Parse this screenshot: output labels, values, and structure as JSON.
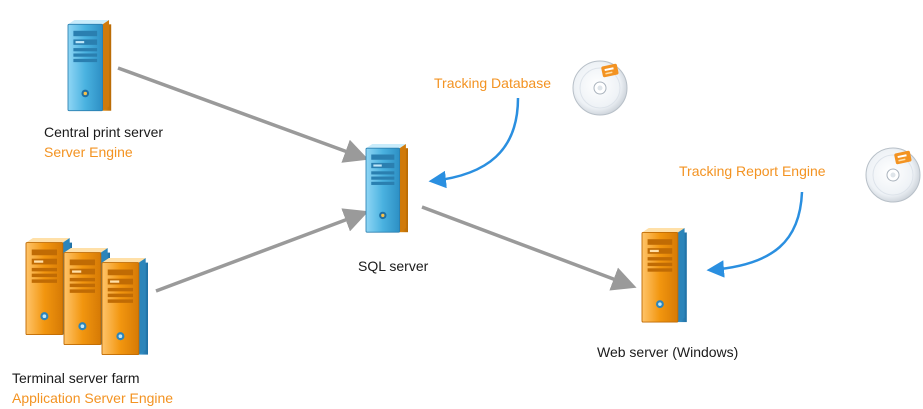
{
  "colors": {
    "accent": "#f39322",
    "connector_gray": "#9a9a9a",
    "connector_blue": "#2a8fe0",
    "server_blue": "#4ab2e0",
    "server_orange": "#f2960f",
    "text": "#1a1a1a"
  },
  "nodes": {
    "central_print": {
      "name": "Central print server",
      "role": "Server Engine",
      "icon": "server-tower-icon",
      "color": "blue"
    },
    "terminal_farm": {
      "name": "Terminal server farm",
      "role": "Application Server Engine",
      "icon": "server-farm-icon",
      "color": "orange"
    },
    "sql_server": {
      "name": "SQL server",
      "icon": "server-tower-icon",
      "color": "blue"
    },
    "web_server": {
      "name": "Web server (Windows)",
      "icon": "server-tower-icon",
      "color": "orange"
    }
  },
  "components": {
    "tracking_database": {
      "label": "Tracking Database",
      "icon": "cd-disc-icon"
    },
    "tracking_report_engine": {
      "label": "Tracking Report Engine",
      "icon": "cd-disc-icon"
    }
  }
}
